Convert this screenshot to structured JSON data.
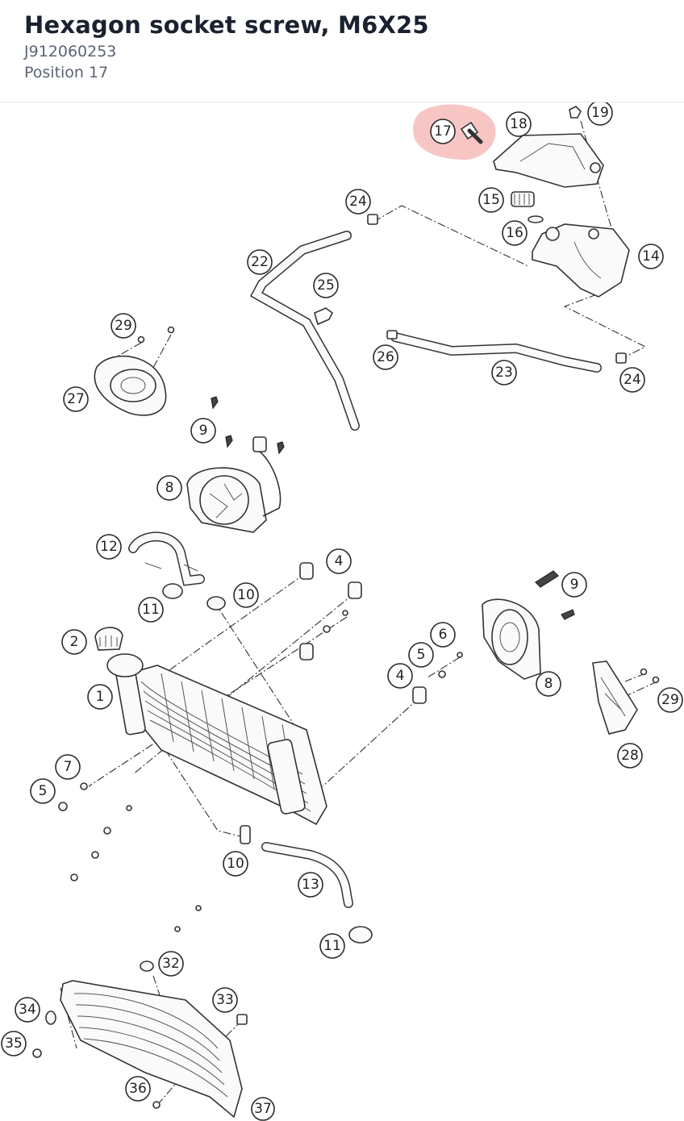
{
  "header": {
    "title": "Hexagon socket screw, M6X25",
    "part_number": "J912060253",
    "position": "Position 17"
  },
  "diagram": {
    "highlight_color": "#f28b8b",
    "selected_position": "17",
    "callouts": {
      "c17": "17",
      "c18": "18",
      "c19": "19",
      "c15": "15",
      "c16": "16",
      "c14": "14",
      "c24a": "24",
      "c22": "22",
      "c25": "25",
      "c26": "26",
      "c23": "23",
      "c24b": "24",
      "c29a": "29",
      "c27": "27",
      "c9a": "9",
      "c8a": "8",
      "c12": "12",
      "c4a": "4",
      "c10a": "10",
      "c11a": "11",
      "c9b": "9",
      "c2": "2",
      "c6": "6",
      "c5a": "5",
      "c4b": "4",
      "c8b": "8",
      "c1": "1",
      "c29b": "29",
      "c28": "28",
      "c7": "7",
      "c5b": "5",
      "c10b": "10",
      "c13": "13",
      "c11b": "11",
      "c32": "32",
      "c34": "34",
      "c33": "33",
      "c35": "35",
      "c36": "36",
      "c37": "37"
    }
  }
}
